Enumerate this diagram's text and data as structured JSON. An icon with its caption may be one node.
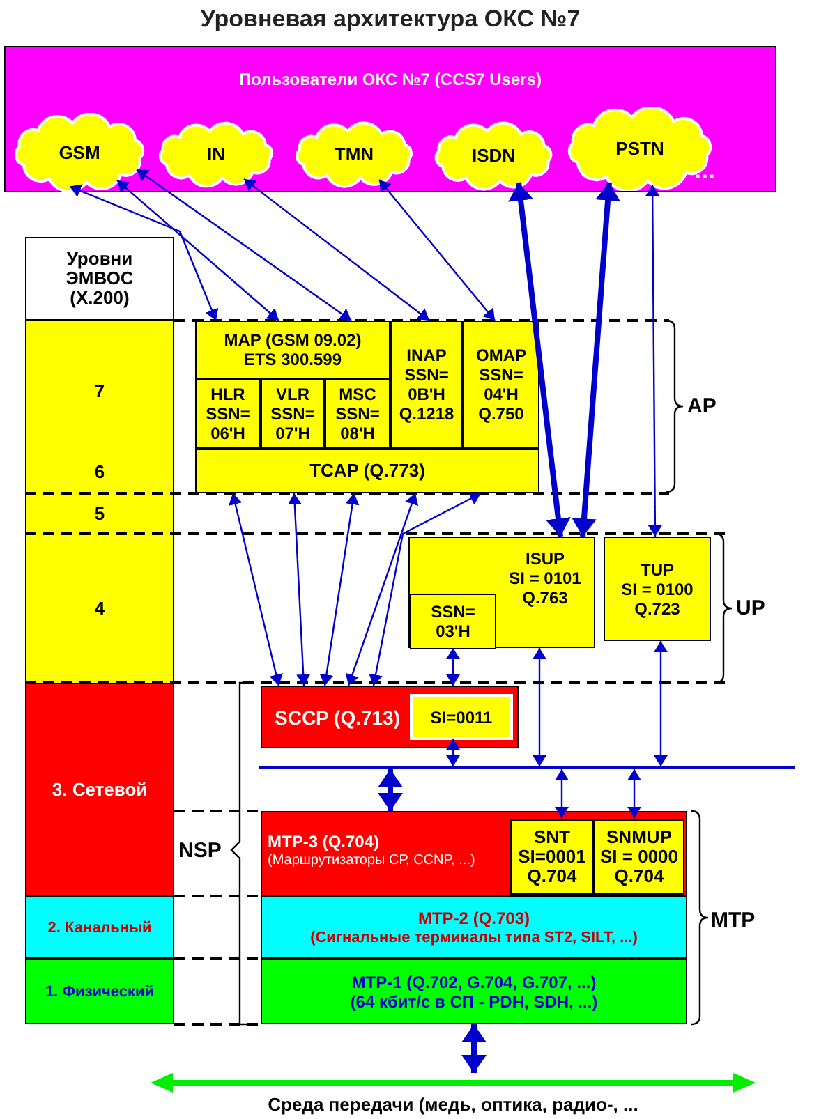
{
  "diagram": {
    "title": "Уровневая архитектура ОКС №7",
    "nodes": [
      {
        "text": [
          "Пользователи ОКС №7 (CCS7 Users)"
        ]
      },
      {
        "text": [
          "GSM"
        ],
        "in": 0
      },
      {
        "text": [
          "IN"
        ],
        "in": 0
      },
      {
        "text": [
          "TMN"
        ],
        "in": 0
      },
      {
        "text": [
          "ISDN"
        ],
        "in": 0
      },
      {
        "text": [
          "PSTN"
        ],
        "in": 0
      },
      {
        "text": [
          "Уровни ЭМВОС (X.200)"
        ]
      },
      {
        "text": [
          "7",
          "6"
        ]
      },
      {
        "text": [
          "5"
        ]
      },
      {
        "text": [
          "4"
        ]
      },
      {
        "text": [
          "3. Сетевой"
        ]
      },
      {
        "text": [
          "2. Канальный"
        ]
      },
      {
        "text": [
          "1. Физический"
        ]
      },
      {
        "text": [
          "MAP (GSM 09.02) ETS 300.599"
        ]
      },
      {
        "text": [
          "HLR SSN= 06'H"
        ]
      },
      {
        "text": [
          "VLR SSN= 07'H"
        ]
      },
      {
        "text": [
          "MSC SSN= 08'H"
        ]
      },
      {
        "text": [
          "INAP SSN= 0B'H Q.1218"
        ]
      },
      {
        "text": [
          "OMAP SSN= 04'H Q.750"
        ]
      },
      {
        "text": [
          "TCAP (Q.773)"
        ]
      },
      {
        "text": [
          "ISUP SI = 0101 Q.763"
        ]
      },
      {
        "text": [
          "SSN= 03'H"
        ],
        "in": 20
      },
      {
        "text": [
          "TUP SI = 0100 Q.723"
        ]
      },
      {
        "text": [
          "SCCP (Q.713)"
        ]
      },
      {
        "text": [
          "SI=0011"
        ],
        "in": 23
      },
      {
        "text": [],
        "shape": "bar"
      },
      {
        "text": [
          "MTP-3 (Q.704)",
          "(Маршрутизаторы СР, CCNP, ...)"
        ]
      },
      {
        "text": [
          "SNT SI=0001 Q.704"
        ],
        "in": 26
      },
      {
        "text": [
          "SNMUP SI = 0000 Q.704"
        ],
        "in": 26
      },
      {
        "text": [
          "MTP-2 (Q.703)",
          "(Сигнальные терминалы типа ST2, SILT, ...)"
        ]
      },
      {
        "text": [
          "MTP-1 (Q.702, G.704, G.707, ...)",
          "(64 кбит/с в СП - PDH, SDH, ...)"
        ]
      },
      {
        "text": [],
        "shape": "bar",
        "beside": [
          "Среда передачи (медь, оптика, радио-, ..."
        ]
      }
    ],
    "edges": [
      {
        "from": 1,
        "to": 13,
        "arrow": "both"
      },
      {
        "from": 1,
        "to": 13,
        "arrow": "both"
      },
      {
        "from": 1,
        "to": 13,
        "arrow": "both"
      },
      {
        "from": 2,
        "to": 17,
        "arrow": "both"
      },
      {
        "from": 3,
        "to": 18,
        "arrow": "both"
      },
      {
        "from": 4,
        "to": 20,
        "arrow": "both",
        "style": "thick"
      },
      {
        "from": 5,
        "to": 20,
        "arrow": "both",
        "style": "thick"
      },
      {
        "from": 5,
        "to": 22,
        "arrow": "both"
      },
      {
        "from": 19,
        "to": 23,
        "arrow": "both"
      },
      {
        "from": 19,
        "to": 23,
        "arrow": "both"
      },
      {
        "from": 19,
        "to": 23,
        "arrow": "both"
      },
      {
        "from": 19,
        "to": 23,
        "arrow": "both"
      },
      {
        "from": 19,
        "to": 23,
        "arrow": "both"
      },
      {
        "from": 21,
        "to": 23,
        "arrow": "both"
      },
      {
        "from": 24,
        "to": 25,
        "arrow": "both"
      },
      {
        "from": 20,
        "to": 25,
        "arrow": "both"
      },
      {
        "from": 22,
        "to": 25,
        "arrow": "both"
      },
      {
        "from": 25,
        "to": 27,
        "arrow": "both"
      },
      {
        "from": 25,
        "to": 28,
        "arrow": "both"
      },
      {
        "from": 25,
        "to": 26,
        "arrow": "both",
        "style": "thick"
      },
      {
        "from": 30,
        "to": 31,
        "arrow": "both",
        "style": "thick"
      }
    ],
    "labels": [
      "...",
      "AP",
      "UP",
      "NSP",
      "MTP"
    ]
  }
}
